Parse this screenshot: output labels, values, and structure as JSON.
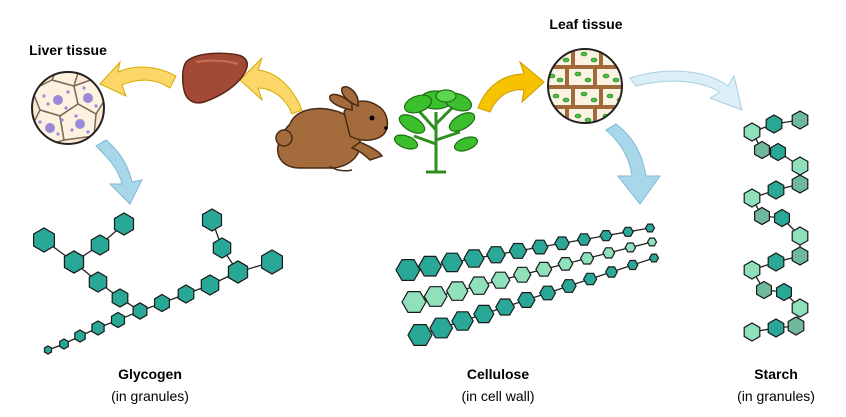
{
  "labels": {
    "liver_tissue": "Liver tissue",
    "leaf_tissue": "Leaf tissue",
    "glycogen": {
      "name": "Glycogen",
      "note": "(in granules)"
    },
    "cellulose": {
      "name": "Cellulose",
      "note": "(in cell wall)"
    },
    "starch": {
      "name": "Starch",
      "note": "(in granules)"
    }
  },
  "icons": {
    "rabbit": "rabbit-icon",
    "plant": "plant-icon",
    "liver": "liver-icon",
    "liver_cells": "liver-cells-icon",
    "leaf_cells": "leaf-cells-icon"
  },
  "colors": {
    "hex_teal": "#2aa897",
    "hex_light": "#8fe0bb",
    "hex_grey": "#6fb89b",
    "arrow_yellow": "#fbd24a",
    "arrow_orange": "#f7c300",
    "arrow_blue": "#a9d7ea",
    "arrow_pale": "#d8eef7",
    "liver": "#a34a36",
    "rabbit": "#a46c3c",
    "plant": "#3bbf2c"
  }
}
